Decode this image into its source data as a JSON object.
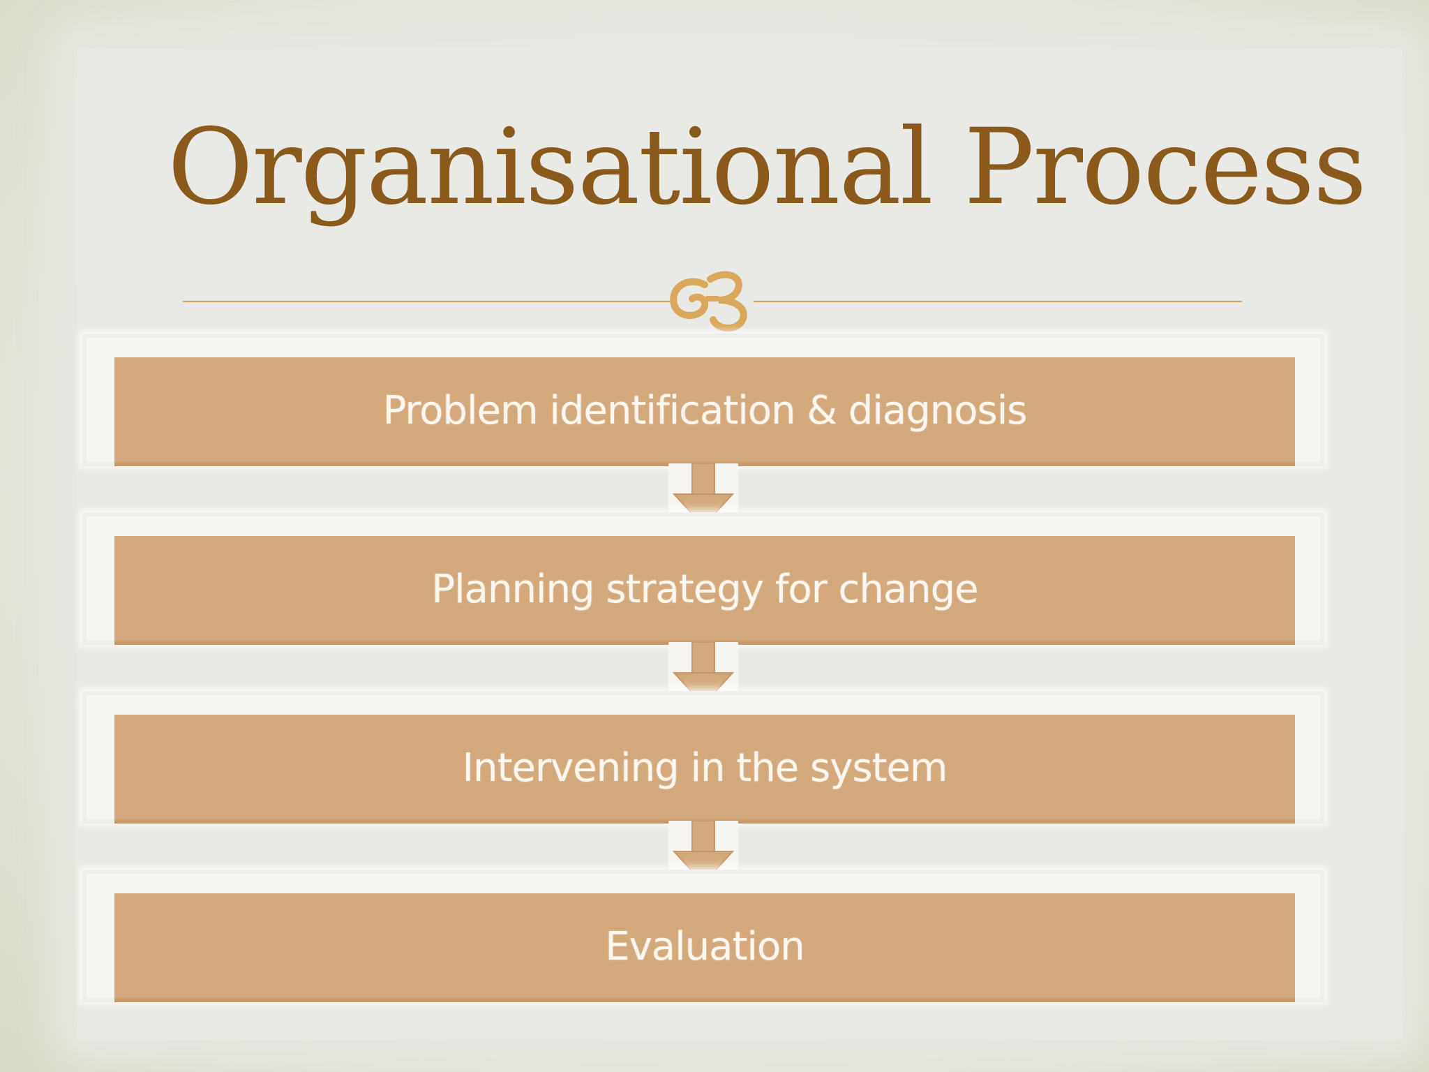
{
  "slide": {
    "title": "Organisational Process",
    "ornament_icon": "flourish-icon",
    "colors": {
      "title": "#8a5a1c",
      "accent": "#d9a85a",
      "step_fill": "#d3a97c",
      "step_text": "#fbf6ee"
    }
  },
  "flow": {
    "steps": [
      {
        "label": "Problem identification & diagnosis"
      },
      {
        "label": "Planning strategy for change"
      },
      {
        "label": "Intervening in the system"
      },
      {
        "label": "Evaluation"
      }
    ],
    "connector_icon": "down-arrow-icon"
  }
}
